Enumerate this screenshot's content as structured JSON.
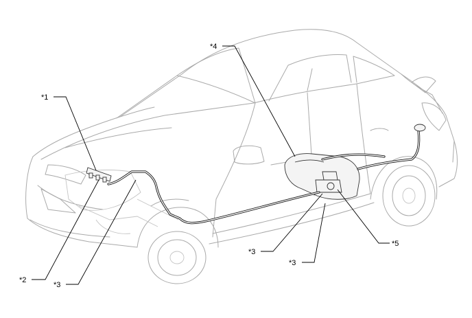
{
  "figure": {
    "callouts": [
      {
        "id": "c1",
        "label": "*1"
      },
      {
        "id": "c2",
        "label": "*2"
      },
      {
        "id": "c3a",
        "label": "*3"
      },
      {
        "id": "c3b",
        "label": "*3"
      },
      {
        "id": "c3c",
        "label": "*3"
      },
      {
        "id": "c4",
        "label": "*4"
      },
      {
        "id": "c5",
        "label": "*5"
      }
    ]
  }
}
